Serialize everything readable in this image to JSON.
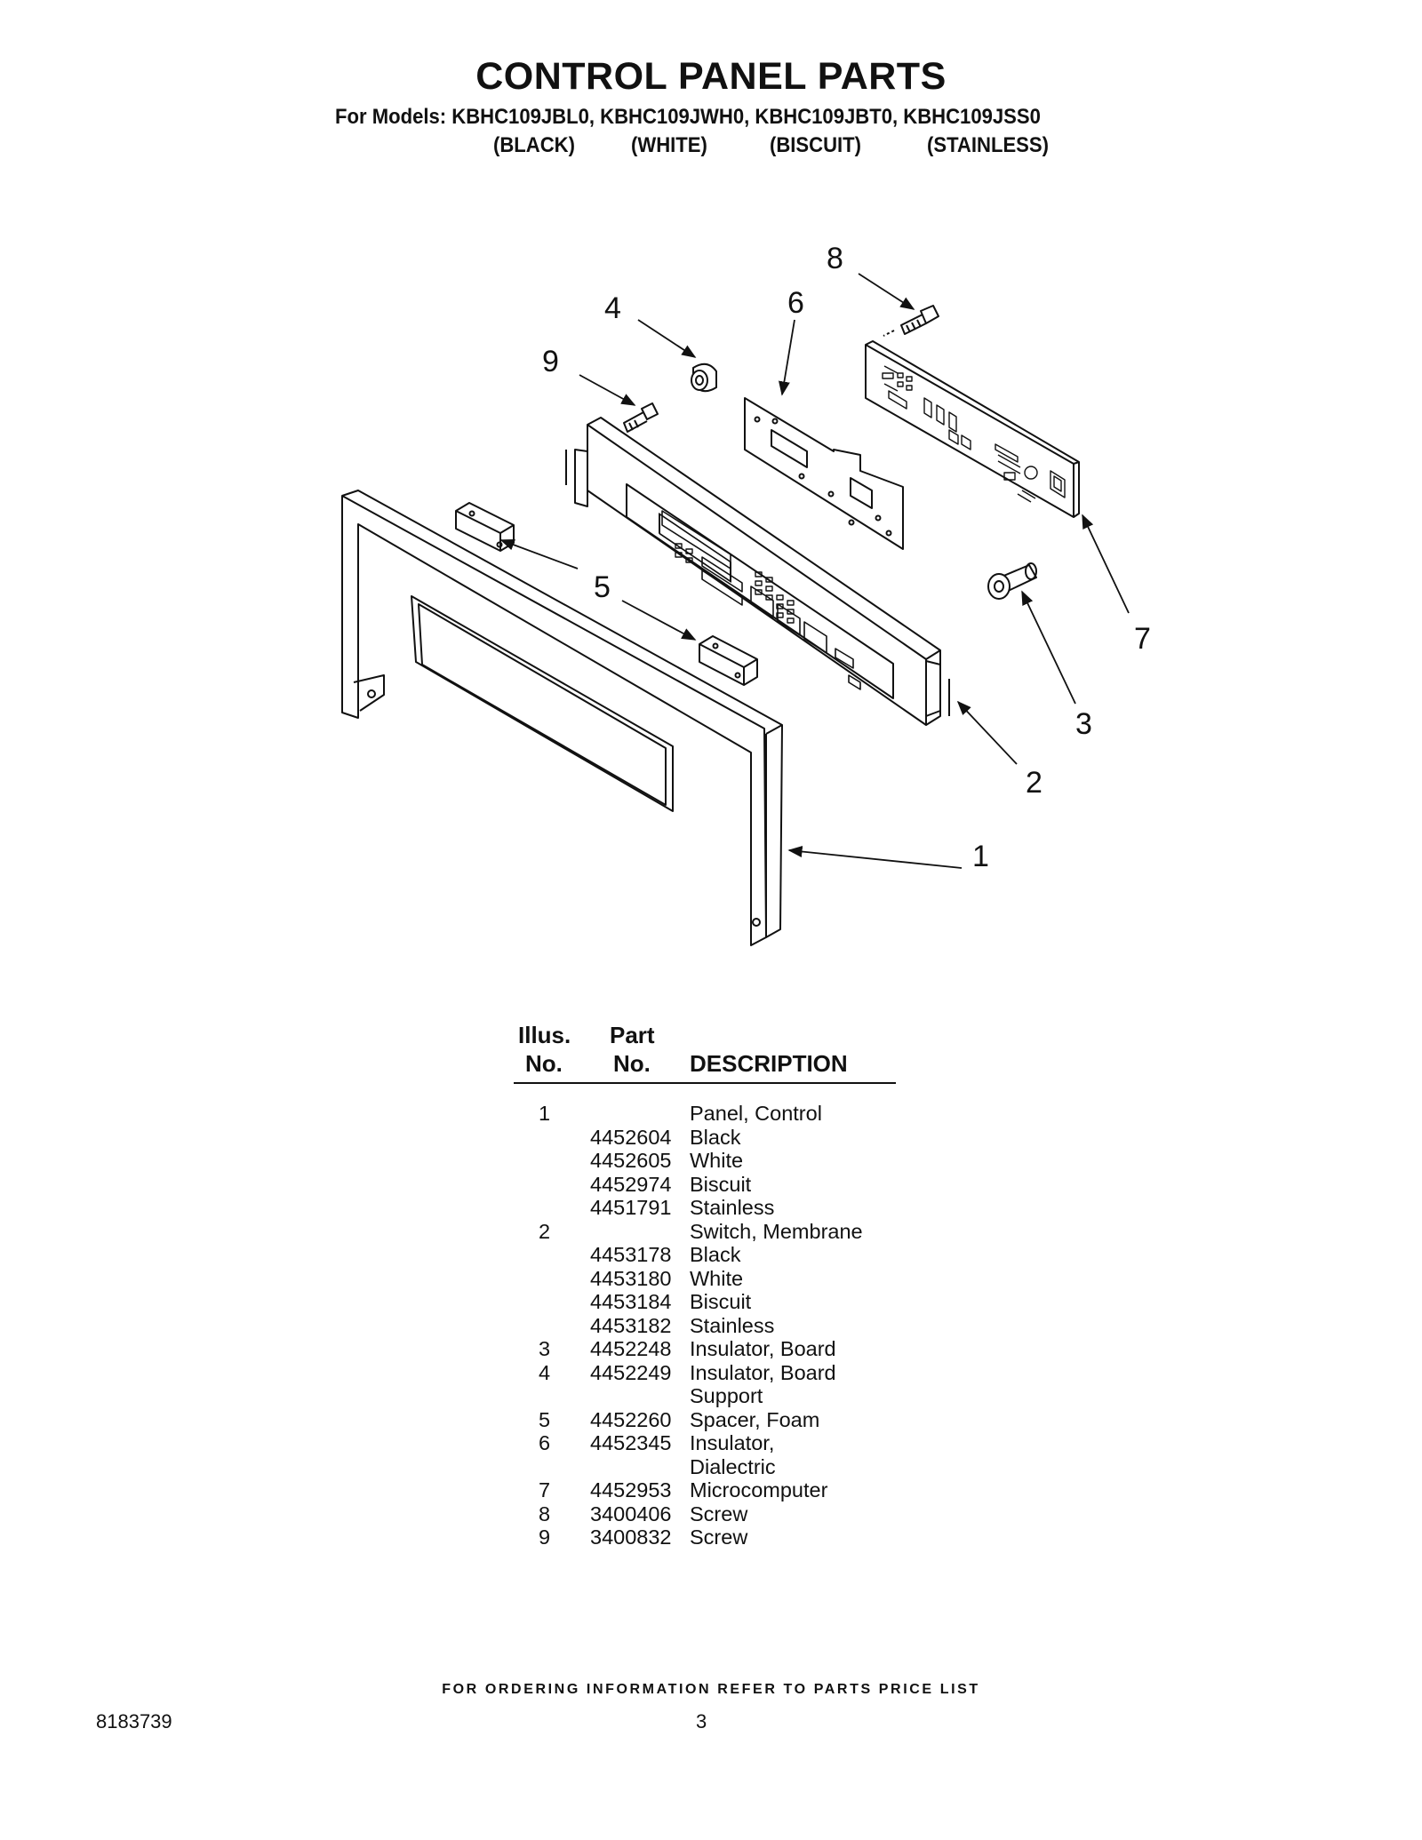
{
  "header": {
    "title": "CONTROL PANEL PARTS",
    "models_line": "For Models: KBHC109JBL0, KBHC109JWH0, KBHC109JBT0, KBHC109JSS0",
    "colors": [
      "(BLACK)",
      "(WHITE)",
      "(BISCUIT)",
      "(STAINLESS)"
    ]
  },
  "diagram": {
    "callouts": [
      "1",
      "2",
      "3",
      "4",
      "5",
      "6",
      "7",
      "8",
      "9"
    ]
  },
  "parts_table": {
    "headers": {
      "illus_1": "Illus.",
      "illus_2": "No.",
      "part_1": "Part",
      "part_2": "No.",
      "description": "DESCRIPTION"
    },
    "rows": [
      {
        "illus": "1",
        "part": "",
        "desc": "Panel, Control"
      },
      {
        "illus": "",
        "part": "4452604",
        "desc": "Black"
      },
      {
        "illus": "",
        "part": "4452605",
        "desc": "White"
      },
      {
        "illus": "",
        "part": "4452974",
        "desc": "Biscuit"
      },
      {
        "illus": "",
        "part": "4451791",
        "desc": "Stainless"
      },
      {
        "illus": "2",
        "part": "",
        "desc": "Switch, Membrane"
      },
      {
        "illus": "",
        "part": "4453178",
        "desc": "Black"
      },
      {
        "illus": "",
        "part": "4453180",
        "desc": "White"
      },
      {
        "illus": "",
        "part": "4453184",
        "desc": "Biscuit"
      },
      {
        "illus": "",
        "part": "4453182",
        "desc": "Stainless"
      },
      {
        "illus": "3",
        "part": "4452248",
        "desc": "Insulator, Board"
      },
      {
        "illus": "4",
        "part": "4452249",
        "desc": "Insulator, Board"
      },
      {
        "illus": "",
        "part": "",
        "desc": "Support"
      },
      {
        "illus": "5",
        "part": "4452260",
        "desc": "Spacer, Foam"
      },
      {
        "illus": "6",
        "part": "4452345",
        "desc": "Insulator,"
      },
      {
        "illus": "",
        "part": "",
        "desc": "Dialectric"
      },
      {
        "illus": "7",
        "part": "4452953",
        "desc": "Microcomputer"
      },
      {
        "illus": "8",
        "part": "3400406",
        "desc": "Screw"
      },
      {
        "illus": "9",
        "part": "3400832",
        "desc": "Screw"
      }
    ]
  },
  "footer": {
    "ordering_note": "FOR ORDERING INFORMATION REFER TO PARTS PRICE LIST",
    "document_number": "8183739",
    "page_number": "3"
  }
}
